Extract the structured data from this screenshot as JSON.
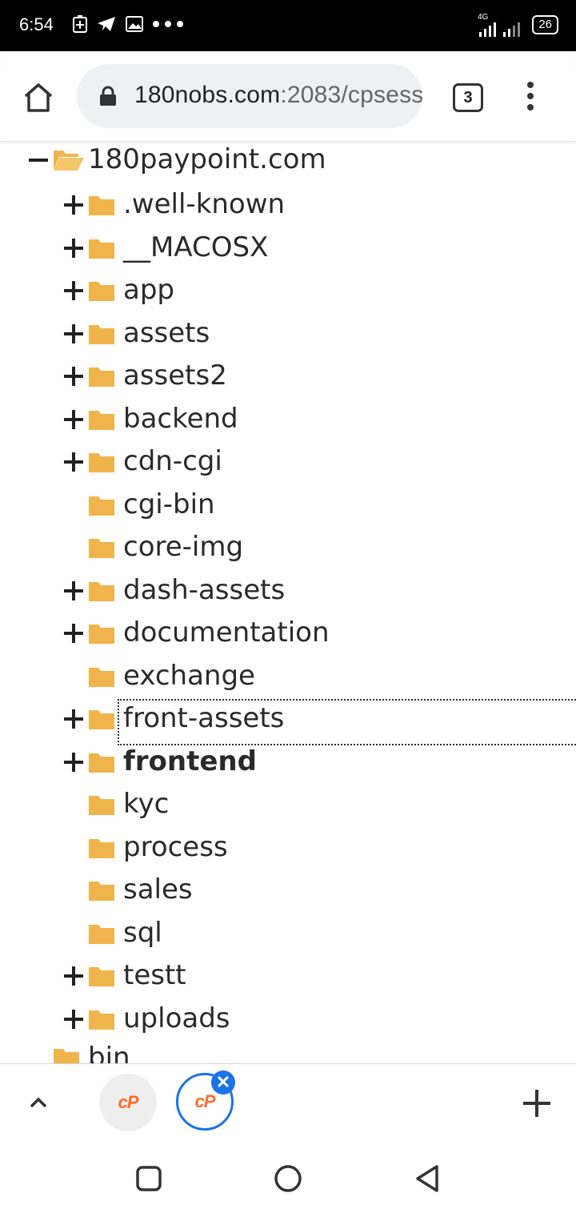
{
  "status_bar": {
    "time": "6:54",
    "network": "4G",
    "battery": "26"
  },
  "browser": {
    "url_host": "180nobs.com",
    "url_rest": ":2083/cpsess",
    "tab_count": "3"
  },
  "tree": {
    "root": "180paypoint.com",
    "children": [
      {
        "name": ".well-known",
        "expandable": true
      },
      {
        "name": "__MACOSX",
        "expandable": true
      },
      {
        "name": "app",
        "expandable": true
      },
      {
        "name": "assets",
        "expandable": true
      },
      {
        "name": "assets2",
        "expandable": true
      },
      {
        "name": "backend",
        "expandable": true
      },
      {
        "name": "cdn-cgi",
        "expandable": true
      },
      {
        "name": "cgi-bin",
        "expandable": false
      },
      {
        "name": "core-img",
        "expandable": false
      },
      {
        "name": "dash-assets",
        "expandable": true
      },
      {
        "name": "documentation",
        "expandable": true
      },
      {
        "name": "exchange",
        "expandable": false
      },
      {
        "name": "front-assets",
        "expandable": true
      },
      {
        "name": "frontend",
        "expandable": true
      },
      {
        "name": "kyc",
        "expandable": false
      },
      {
        "name": "process",
        "expandable": false
      },
      {
        "name": "sales",
        "expandable": false
      },
      {
        "name": "sql",
        "expandable": false
      },
      {
        "name": "testt",
        "expandable": true
      },
      {
        "name": "uploads",
        "expandable": true
      }
    ],
    "next_sibling": "bin"
  },
  "tab_strip": {
    "tab_logo_1": "cP",
    "tab_logo_2": "cP",
    "close_symbol": "✕"
  },
  "colors": {
    "folder": "#f0b44c",
    "accent": "#1a73e8",
    "cpanel": "#ff6c2c"
  },
  "icons": [
    "home-icon",
    "lock-icon",
    "tab-switcher-icon",
    "more-menu-icon",
    "expand-icon",
    "collapse-icon",
    "folder-icon",
    "folder-open-icon",
    "chevron-up-icon",
    "new-tab-icon",
    "recents-icon",
    "home-nav-icon",
    "back-icon"
  ]
}
